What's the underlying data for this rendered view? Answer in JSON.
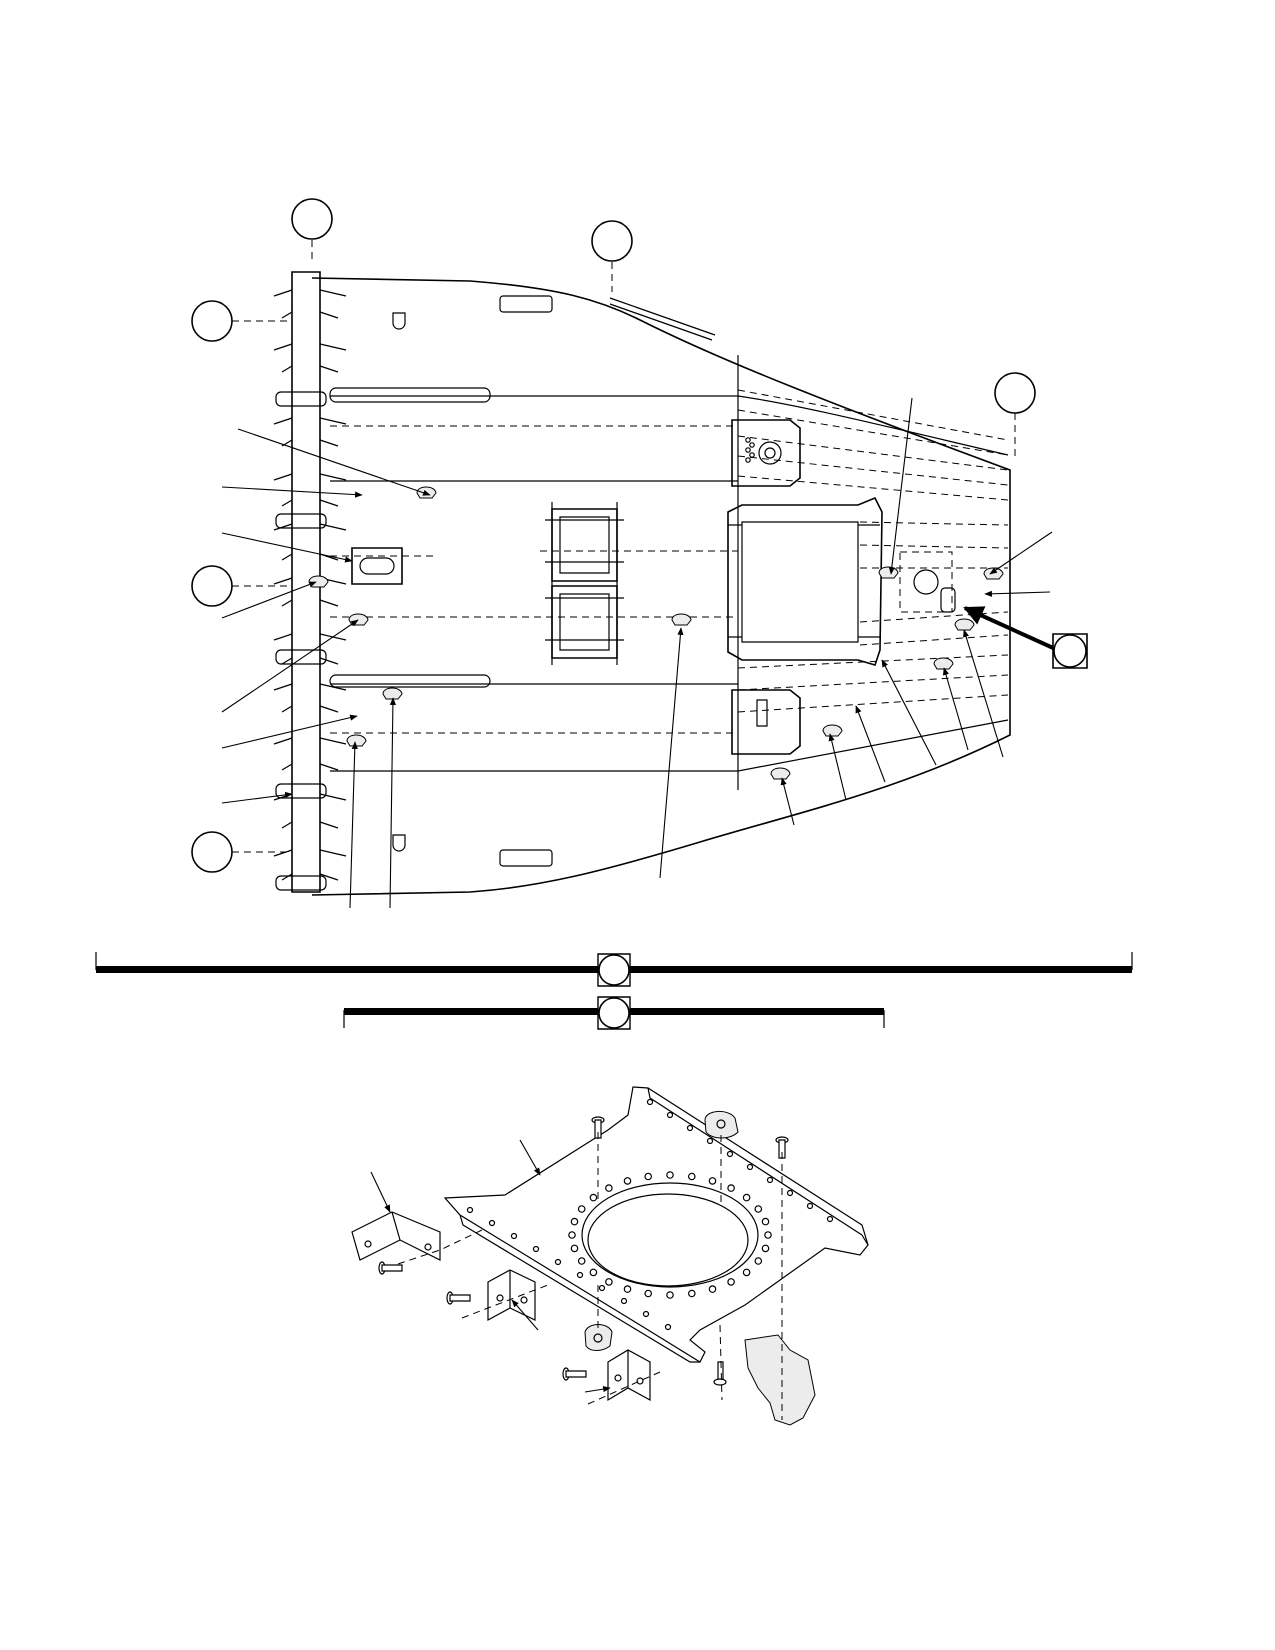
{
  "figure": {
    "upper_view": {
      "bubble_count": 9,
      "callout_leader_count": 20
    },
    "section_bars": {
      "upper_bar_bubble": "",
      "lower_bar_bubble": ""
    },
    "lower_view": {
      "callout_leader_count": 5
    }
  }
}
